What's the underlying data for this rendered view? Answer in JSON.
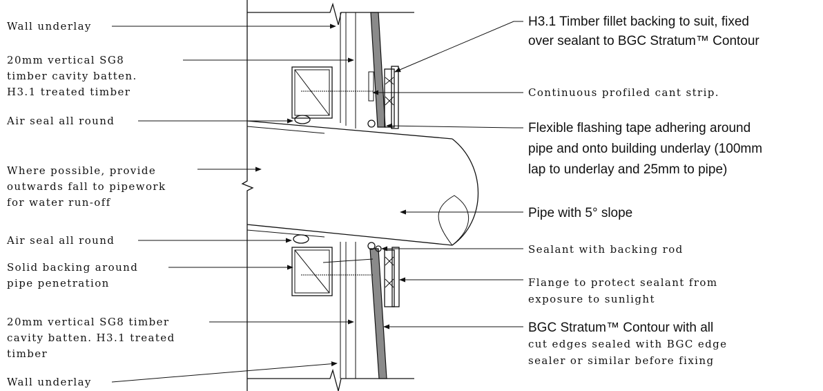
{
  "labels_left": {
    "wall_underlay_top": "Wall underlay",
    "batten_top_1": "20mm  vertical SG8",
    "batten_top_2": "timber cavity batten.",
    "batten_top_3": "H3.1 treated timber",
    "air_seal_top": "Air seal all round",
    "fall_1": "Where possible, provide",
    "fall_2": "outwards fall to pipework",
    "fall_3": "for water run-off",
    "air_seal_bottom": "Air seal all round",
    "solid_backing_1": "Solid backing around",
    "solid_backing_2": "pipe penetration",
    "batten_bottom_1": "20mm  vertical SG8 timber",
    "batten_bottom_2": "cavity batten. H3.1 treated",
    "batten_bottom_3": "timber",
    "wall_underlay_bottom": "Wall underlay"
  },
  "labels_right": {
    "fillet_1": "H3.1 Timber fillet backing to suit, fixed",
    "fillet_2": "over sealant to BGC Stratum™ Contour",
    "cant_strip": "Continuous profiled cant strip.",
    "flashing_1": "Flexible flashing tape adhering around",
    "flashing_2": "pipe and onto building underlay (100mm",
    "flashing_3": "lap to underlay and 25mm to pipe)",
    "pipe_slope": "Pipe with 5° slope",
    "sealant": "Sealant with backing rod",
    "flange_1": "Flange to protect sealant from",
    "flange_2": "exposure to sunlight",
    "stratum_1": "BGC Stratum™ Contour with all",
    "stratum_2": "cut edges sealed with BGC edge",
    "stratum_3": "sealer or similar before fixing"
  },
  "colors": {
    "line": "#111111",
    "cladding": "#8a8a8a",
    "background": "#ffffff"
  }
}
